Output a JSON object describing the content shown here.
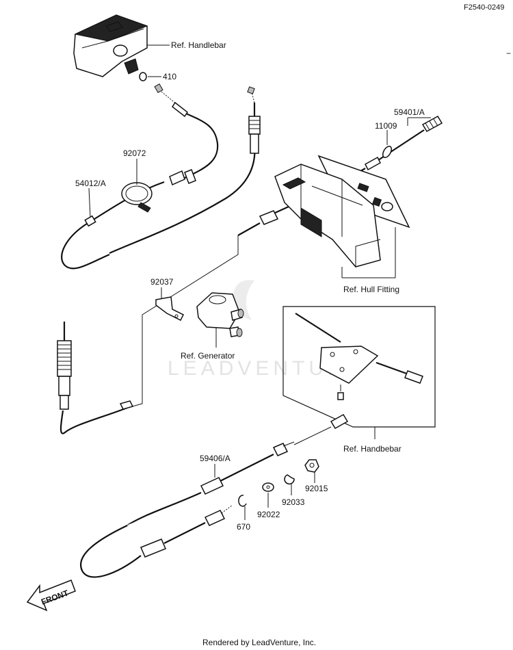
{
  "diagram": {
    "code": "F2540-0249",
    "labels": {
      "ref_handlebar_top": "Ref. Handlebar",
      "p410": "410",
      "p59401": "59401/A",
      "p11009": "11009",
      "p92072": "92072",
      "p54012": "54012/A",
      "ref_hull_fitting": "Ref. Hull Fitting",
      "p92037": "92037",
      "ref_generator": "Ref. Generator",
      "ref_handbebar": "Ref. Handbebar",
      "p59406": "59406/A",
      "p92015": "92015",
      "p92033": "92033",
      "p92022": "92022",
      "p670": "670",
      "front": "FRONT"
    },
    "watermark": "LEADVENTURE",
    "footer": "Rendered by LeadVenture, Inc."
  }
}
